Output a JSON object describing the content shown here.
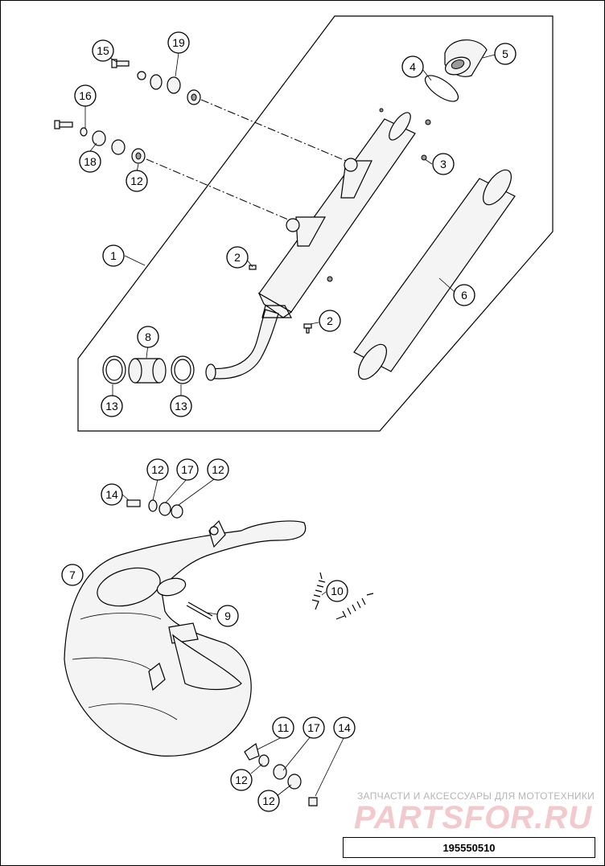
{
  "diagram": {
    "callouts": {
      "c1": "1",
      "c2a": "2",
      "c2b": "2",
      "c3": "3",
      "c4": "4",
      "c5": "5",
      "c6": "6",
      "c7": "7",
      "c8": "8",
      "c9": "9",
      "c10": "10",
      "c11": "11",
      "c12a": "12",
      "c12b": "12",
      "c12c": "12",
      "c12d": "12",
      "c12e": "12",
      "c13a": "13",
      "c13b": "13",
      "c14a": "14",
      "c14b": "14",
      "c15": "15",
      "c16": "16",
      "c17a": "17",
      "c17b": "17",
      "c18": "18",
      "c19": "19"
    }
  },
  "watermark": {
    "tagline": "ЗАПЧАСТИ И АКСЕССУАРЫ ДЛЯ МОТОТЕХНИКИ",
    "logo": "PARTSFOR.RU"
  },
  "reference_number": "195550510"
}
